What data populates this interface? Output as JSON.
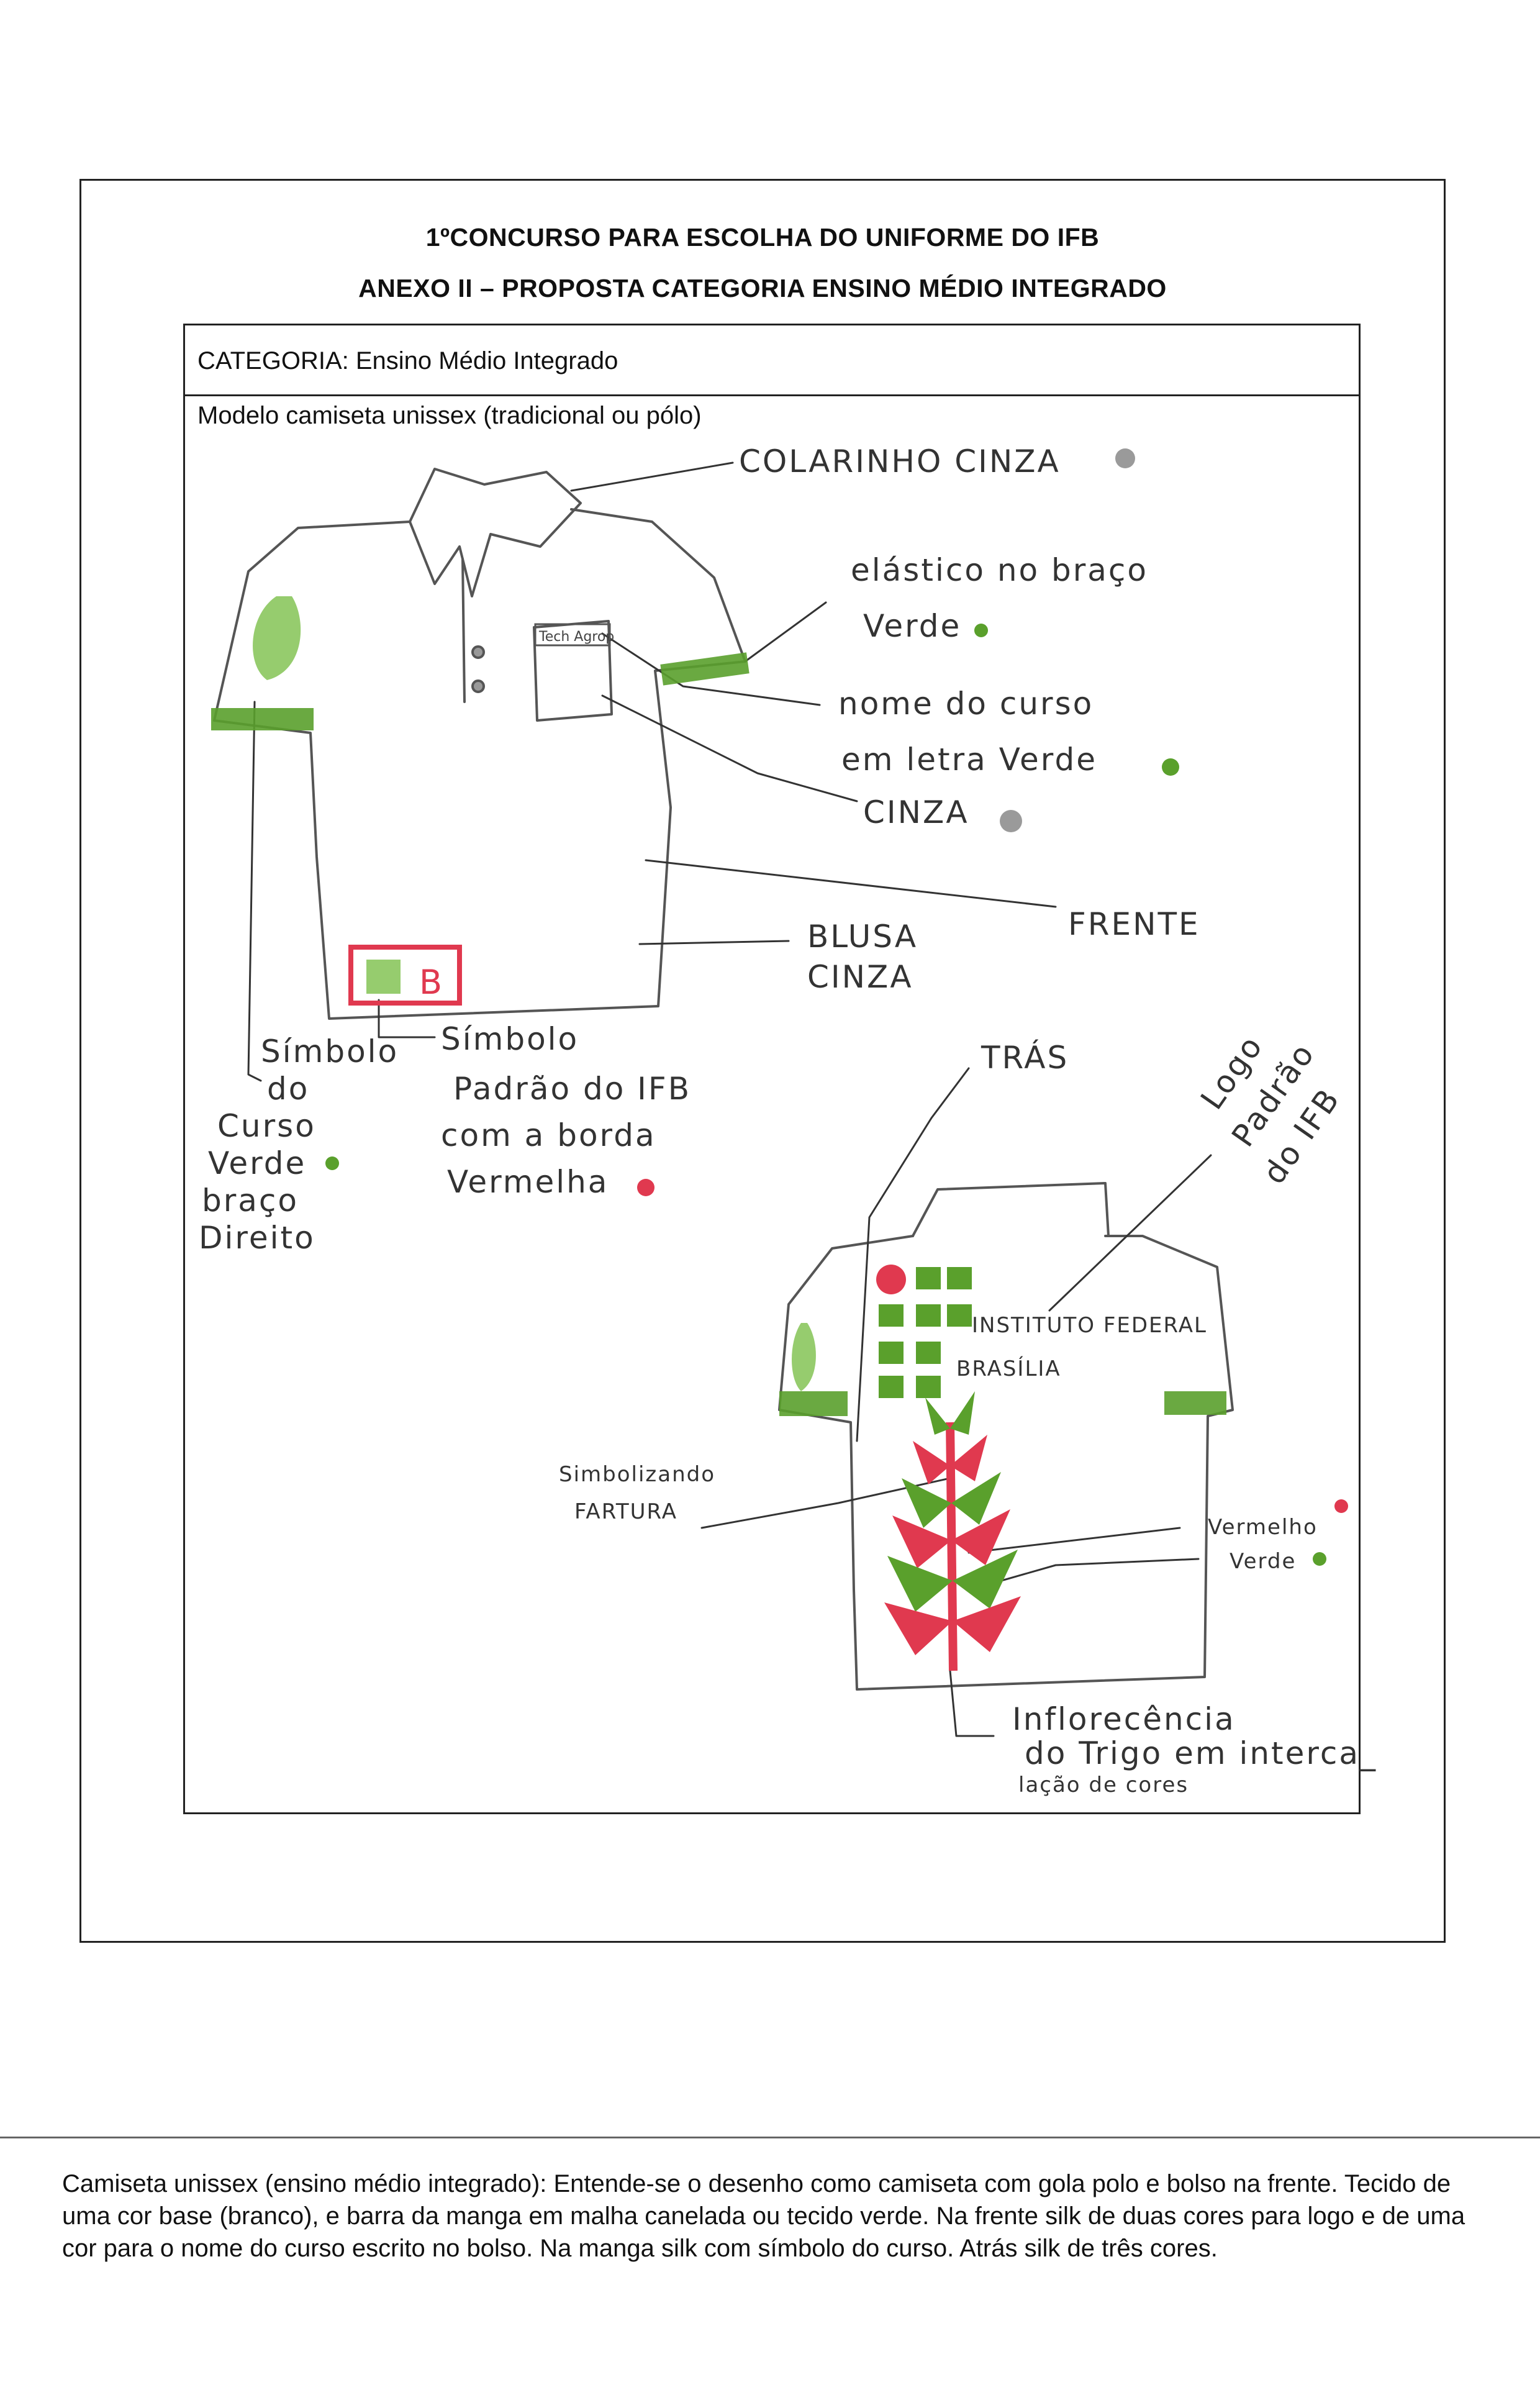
{
  "header": {
    "title_line1": "1ºCONCURSO PARA ESCOLHA DO UNIFORME DO IFB",
    "title_line2": "ANEXO II – PROPOSTA CATEGORIA ENSINO MÉDIO INTEGRADO"
  },
  "form": {
    "category_label": "CATEGORIA: Ensino Médio Integrado",
    "model_label": "Modelo camiseta unissex (tradicional ou pólo)"
  },
  "drawing_labels": {
    "collar": "COLARINHO CINZA",
    "sleeve_elastic_line1": "elástico no braço",
    "sleeve_elastic_line2": "Verde",
    "pocket_tag": "Tech Agrop",
    "course_name_line1": "nome do curso",
    "course_name_line2": "em letra Verde",
    "gray": "CINZA",
    "front": "FRENTE",
    "shirt_line1": "BLUSA",
    "shirt_line2": "CINZA",
    "ifb_symbol_line1": "Símbolo",
    "ifb_symbol_line2": "Padrão do IFB",
    "ifb_symbol_line3": "com a borda",
    "ifb_symbol_line4": "Vermelha",
    "ifb_badge": "B",
    "course_symbol_line1": "Símbolo",
    "course_symbol_line2": "do",
    "course_symbol_line3": "Curso",
    "course_symbol_line4": "Verde",
    "course_symbol_line5": "braço",
    "course_symbol_line6": "Direito",
    "back": "TRÁS",
    "logo_line1": "Logo",
    "logo_line2": "Padrão",
    "logo_line3": "do IFB",
    "institute_line1": "INSTITUTO FEDERAL",
    "institute_line2": "BRASÍLIA",
    "fartura_line1": "Simbolizando",
    "fartura_line2": "FARTURA",
    "red": "Vermelho",
    "green": "Verde",
    "wheat_line1": "Inflorecência",
    "wheat_line2": "do Trigo em interca_",
    "wheat_line3": "lação de cores"
  },
  "colors": {
    "green": "#5aa02c",
    "red": "#e0394f",
    "gray": "#9a9a9a",
    "pencil": "#555555"
  },
  "caption": "Camiseta unissex  (ensino médio integrado): Entende-se o desenho como camiseta com gola polo e bolso na frente. Tecido de uma cor base (branco), e barra da manga em malha canelada ou tecido verde. Na frente silk de duas cores para logo e de uma cor para o nome do curso escrito no bolso. Na manga silk com símbolo do curso. Atrás silk de três cores."
}
